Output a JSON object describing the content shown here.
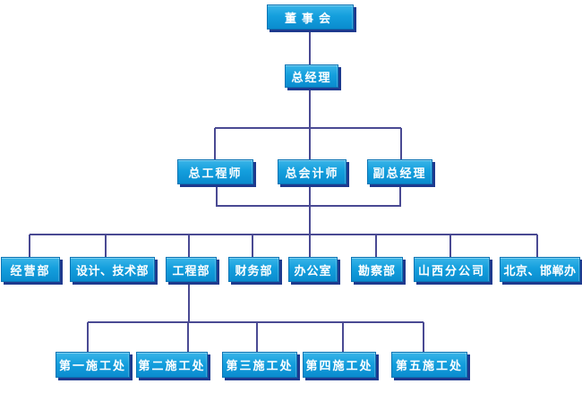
{
  "colors": {
    "page_bg": "#ffffff",
    "fill_top": "#3ab5e8",
    "fill_mid": "#149fdd",
    "fill_bottom": "#0a8ccf",
    "box_border": "#0c74b4",
    "box_shadow": "#1e3a8e",
    "connector": "#4a4a93",
    "text": "#ffffff"
  },
  "org_chart": {
    "level1": [
      {
        "label": "董事会"
      }
    ],
    "level2": [
      {
        "label": "总经理"
      }
    ],
    "level3": [
      {
        "label": "总工程师"
      },
      {
        "label": "总会计师"
      },
      {
        "label": "副总经理"
      }
    ],
    "level4": [
      {
        "label": "经营部"
      },
      {
        "label": "设计、技术部"
      },
      {
        "label": "工程部"
      },
      {
        "label": "财务部"
      },
      {
        "label": "办公室"
      },
      {
        "label": "勘察部"
      },
      {
        "label": "山西分公司"
      },
      {
        "label": "北京、邯郸办"
      }
    ],
    "level5": [
      {
        "label": "第一施工处"
      },
      {
        "label": "第二施工处"
      },
      {
        "label": "第三施工处"
      },
      {
        "label": "第四施工处"
      },
      {
        "label": "第五施工处"
      }
    ]
  }
}
